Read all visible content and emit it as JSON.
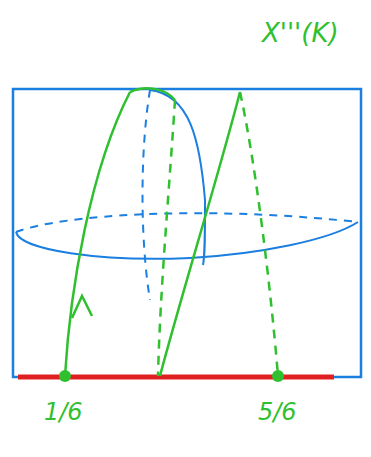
{
  "diagram": {
    "labels": [
      "X'''(K)",
      "1/6",
      "5/6"
    ]
  }
}
